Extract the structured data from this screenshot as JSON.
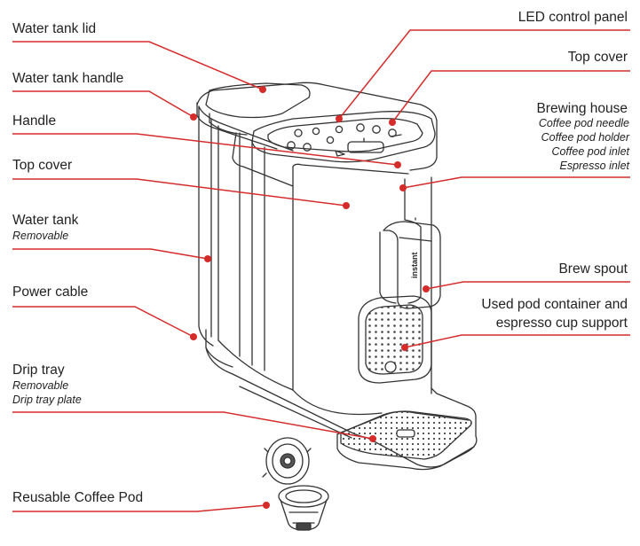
{
  "accent_color": "#d62b2b",
  "left_labels": [
    {
      "title": "Water tank lid"
    },
    {
      "title": "Water tank handle"
    },
    {
      "title": "Handle"
    },
    {
      "title": "Top cover"
    },
    {
      "title": "Water tank",
      "sub": [
        "Removable"
      ]
    },
    {
      "title": "Power cable"
    },
    {
      "title": "Drip tray",
      "sub": [
        "Removable",
        "Drip tray plate"
      ]
    },
    {
      "title": "Reusable Coffee Pod"
    }
  ],
  "right_labels": [
    {
      "title": "LED control panel"
    },
    {
      "title": "Top cover"
    },
    {
      "title": "Brewing house",
      "sub": [
        "Coffee pod needle",
        "Coffee pod holder",
        "Coffee pod inlet",
        "Espresso inlet"
      ]
    },
    {
      "title": "Brew spout"
    },
    {
      "title": "Used pod container and",
      "title2": "espresso cup support"
    }
  ],
  "brand_logo_text": "instant"
}
